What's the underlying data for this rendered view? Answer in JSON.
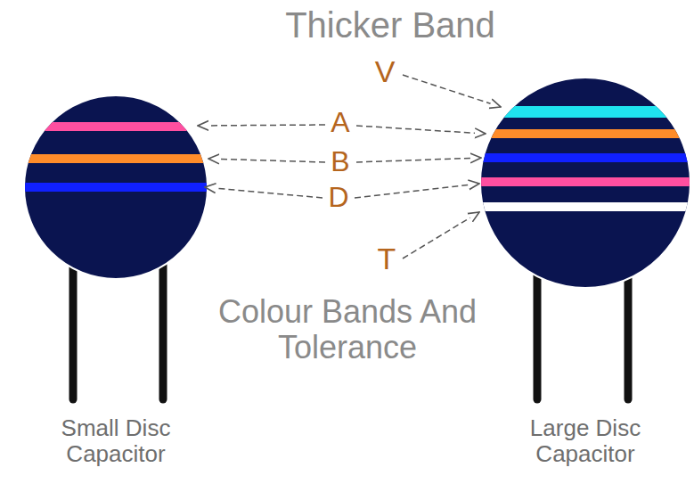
{
  "diagram": {
    "labels": [
      "Thicker Band",
      "V",
      "A",
      "B",
      "D",
      "T",
      "Colour Bands And Tolerance",
      "Small Disc Capacitor",
      "Large Disc Capacitor"
    ]
  }
}
